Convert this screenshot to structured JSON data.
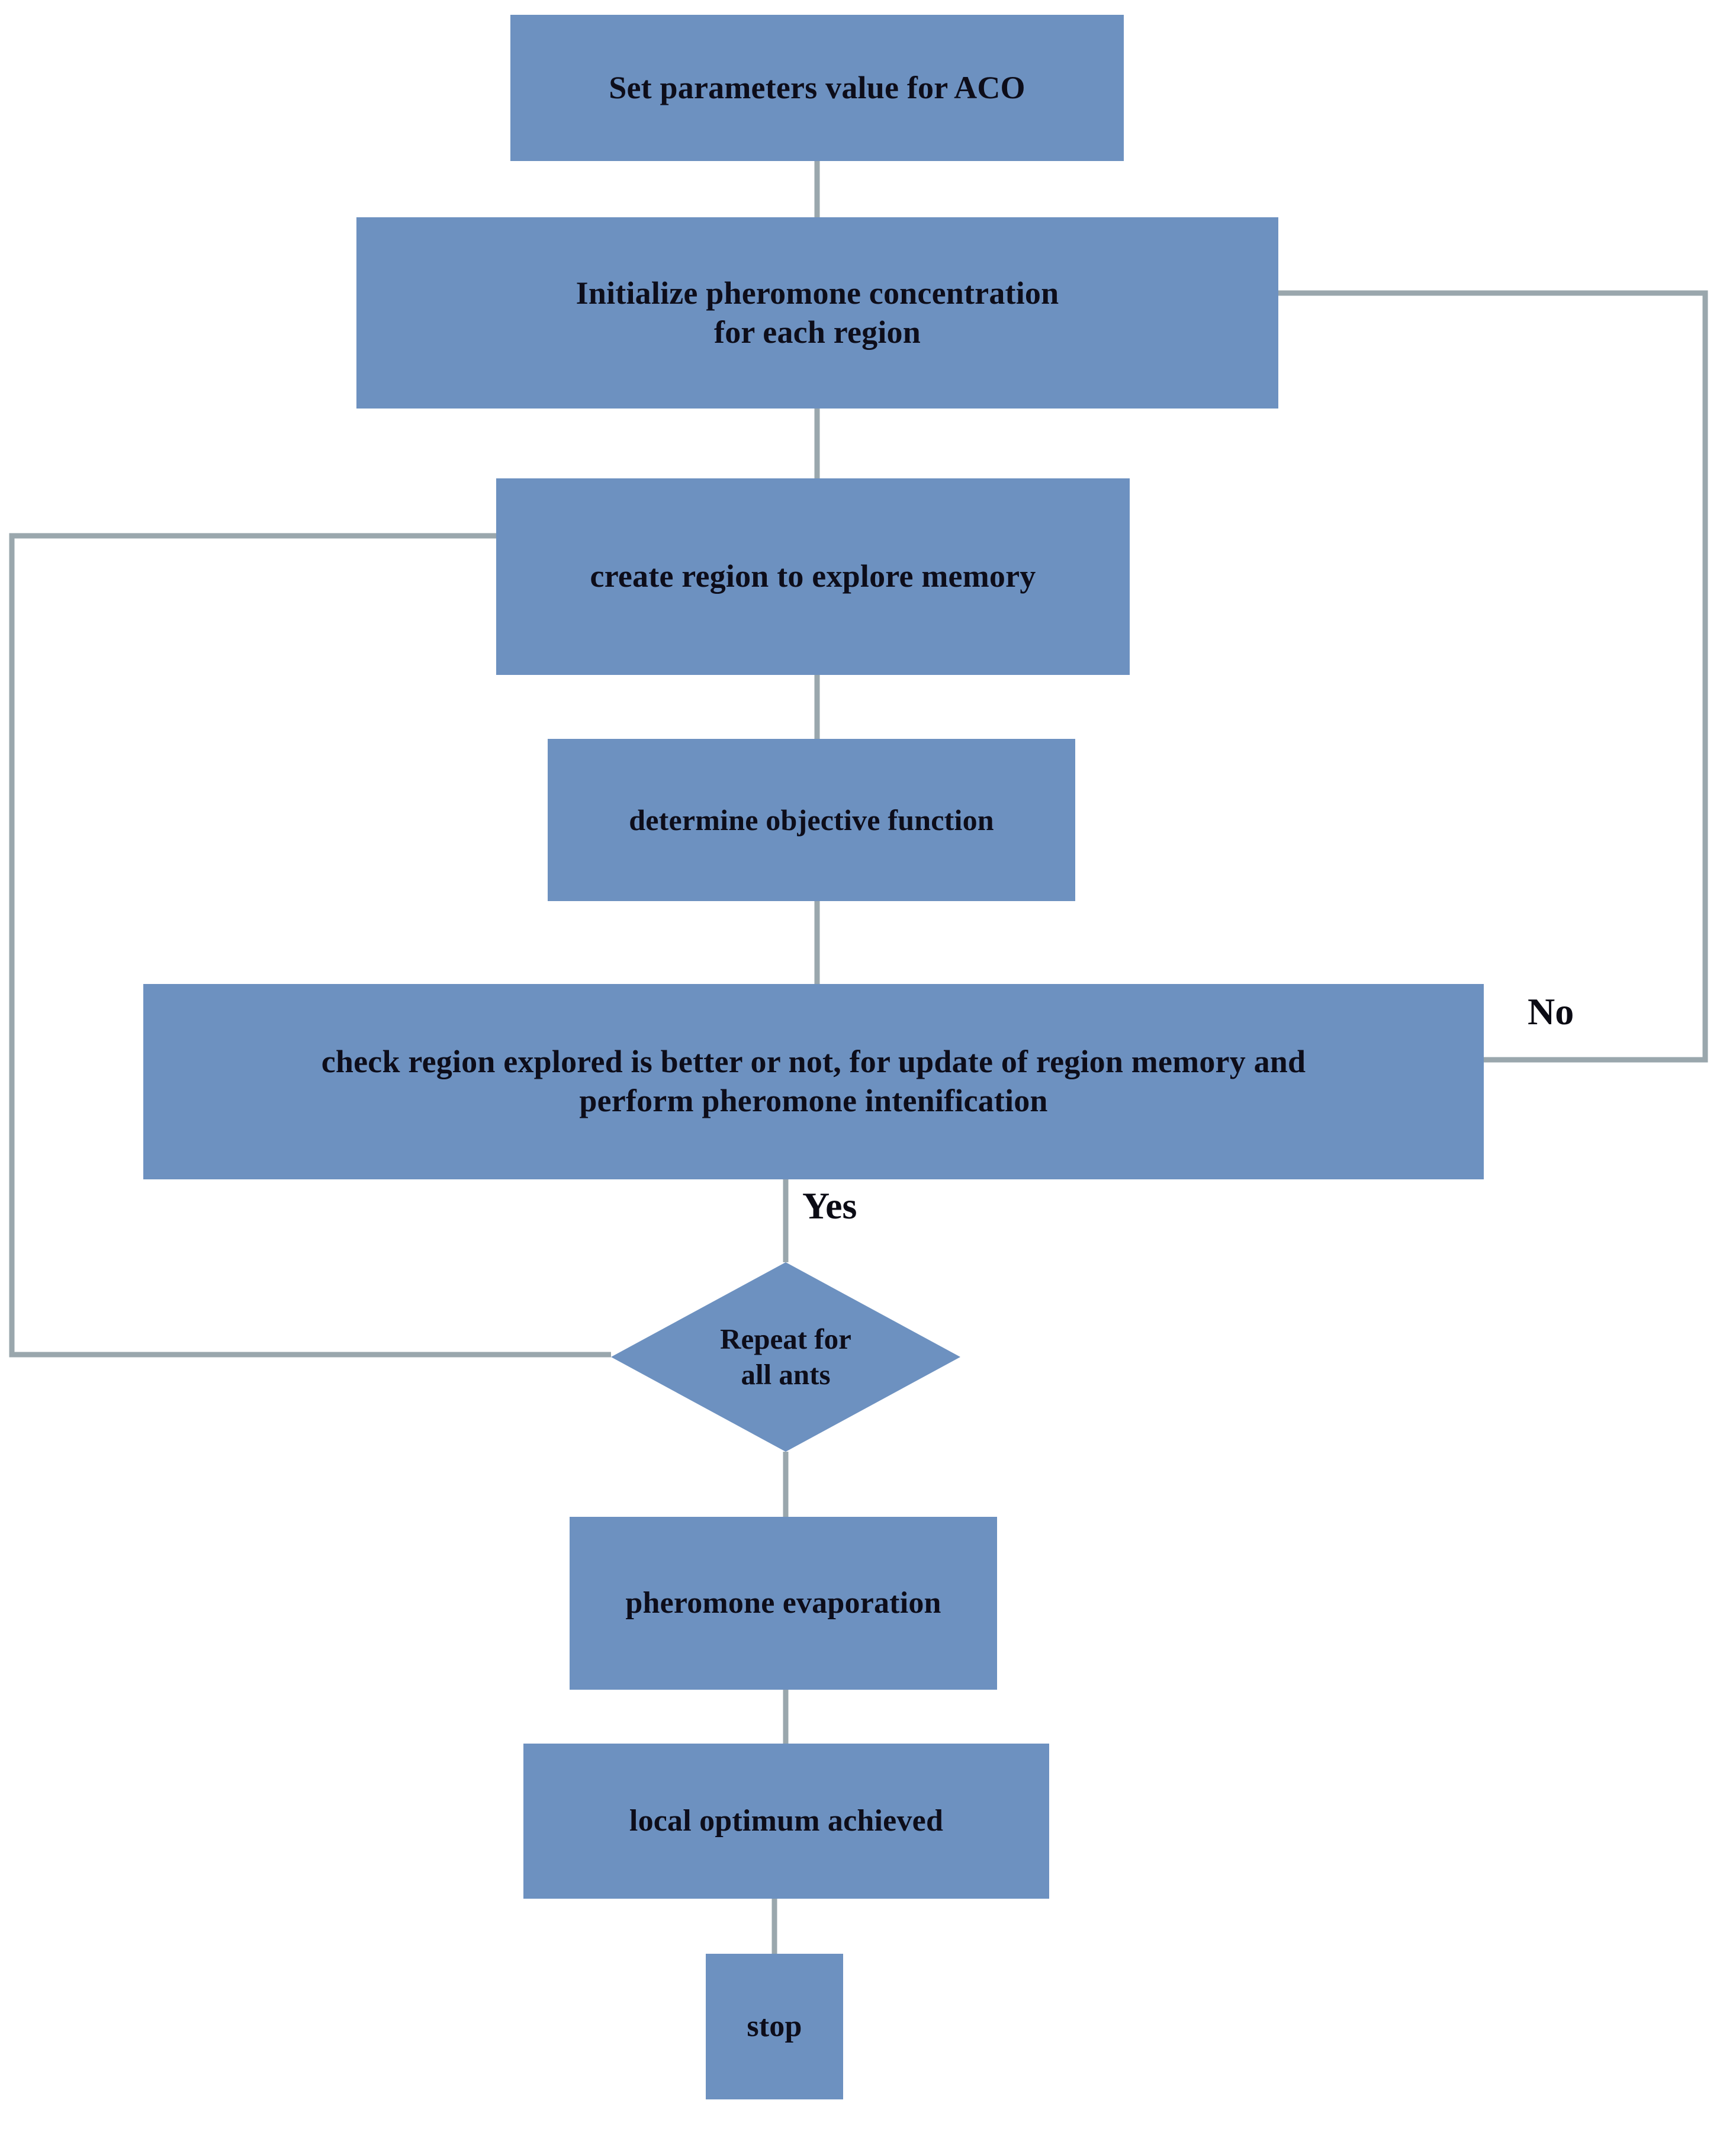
{
  "diagram": {
    "title": "Ant Colony Optimization (ACO) flowchart",
    "palette": {
      "node_fill": "#6d91c0",
      "node_text": "#0d0d1a",
      "edge_line": "#9aa7ad",
      "background": "#ffffff"
    },
    "nodes": [
      {
        "id": "set-params",
        "shape": "process",
        "label": "Set parameters value for ACO"
      },
      {
        "id": "init-pheromone",
        "shape": "process",
        "label": "Initialize pheromone concentration\nfor each region"
      },
      {
        "id": "create-region",
        "shape": "process",
        "label": "create region to explore memory"
      },
      {
        "id": "determine-obj",
        "shape": "process",
        "label": "determine objective function"
      },
      {
        "id": "check-region",
        "shape": "process",
        "label": "check region explored is better or not, for update of region memory and\nperform pheromone intenification"
      },
      {
        "id": "repeat-ants",
        "shape": "decision",
        "label": "Repeat for\nall ants"
      },
      {
        "id": "evaporation",
        "shape": "process",
        "label": "pheromone evaporation"
      },
      {
        "id": "local-optimum",
        "shape": "process",
        "label": "local optimum achieved"
      },
      {
        "id": "stop",
        "shape": "process",
        "label": "stop"
      }
    ],
    "branch_labels": {
      "no": "No",
      "yes": "Yes"
    },
    "edges": [
      {
        "from": "set-params",
        "to": "init-pheromone",
        "label": ""
      },
      {
        "from": "init-pheromone",
        "to": "create-region",
        "label": ""
      },
      {
        "from": "create-region",
        "to": "determine-obj",
        "label": ""
      },
      {
        "from": "determine-obj",
        "to": "check-region",
        "label": ""
      },
      {
        "from": "check-region",
        "to": "repeat-ants",
        "label": "Yes"
      },
      {
        "from": "check-region",
        "to": "init-pheromone",
        "label": "No"
      },
      {
        "from": "repeat-ants",
        "to": "create-region",
        "label": ""
      },
      {
        "from": "repeat-ants",
        "to": "evaporation",
        "label": ""
      },
      {
        "from": "evaporation",
        "to": "local-optimum",
        "label": ""
      },
      {
        "from": "local-optimum",
        "to": "stop",
        "label": ""
      }
    ]
  }
}
